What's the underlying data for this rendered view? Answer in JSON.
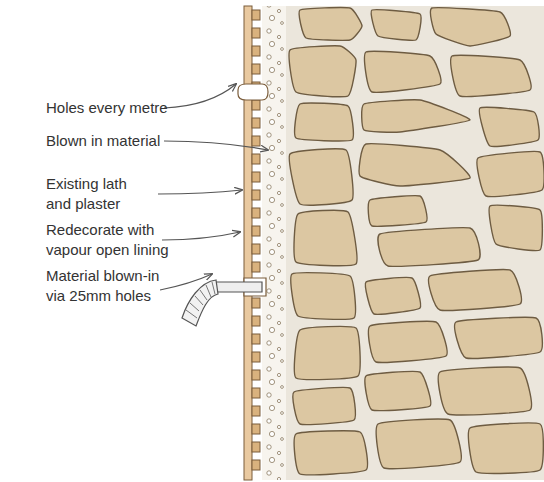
{
  "diagram": {
    "labels": [
      "Holes every metre",
      "Blown in material",
      "Existing lath and plaster",
      "Redecorate with vapour open lining",
      "Material blown-in via 25mm holes"
    ]
  }
}
